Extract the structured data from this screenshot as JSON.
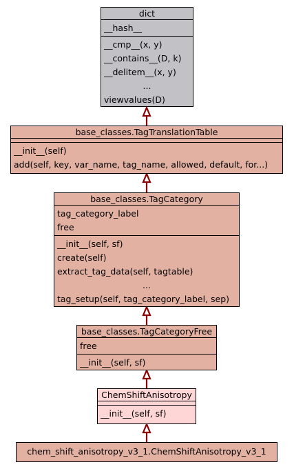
{
  "classes": {
    "dict": {
      "name": "dict",
      "attrs": [
        "__hash__"
      ],
      "methods": [
        "__cmp__(x, y)",
        "__contains__(D, k)",
        "__delitem__(x, y)",
        "...",
        "viewvalues(D)"
      ]
    },
    "tag_translation_table": {
      "name": "base_classes.TagTranslationTable",
      "methods": [
        "__init__(self)",
        "add(self, key, var_name, tag_name, allowed, default, for...)"
      ]
    },
    "tag_category": {
      "name": "base_classes.TagCategory",
      "attrs": [
        "tag_category_label",
        "free"
      ],
      "methods": [
        "__init__(self, sf)",
        "create(self)",
        "extract_tag_data(self, tagtable)",
        "...",
        "tag_setup(self, tag_category_label, sep)"
      ]
    },
    "tag_category_free": {
      "name": "base_classes.TagCategoryFree",
      "attrs": [
        "free"
      ],
      "methods": [
        "__init__(self, sf)"
      ]
    },
    "chem_shift_anisotropy": {
      "name": "ChemShiftAnisotropy",
      "methods": [
        "__init__(self, sf)"
      ]
    },
    "chem_shift_anisotropy_v3_1": {
      "name": "chem_shift_anisotropy_v3_1.ChemShiftAnisotropy_v3_1"
    }
  },
  "colors": {
    "gray_fill": "#c2c1c6",
    "salmon_fill": "#e3b1a2",
    "pink_fill": "#ffd6d6",
    "edge": "#8b0000"
  }
}
